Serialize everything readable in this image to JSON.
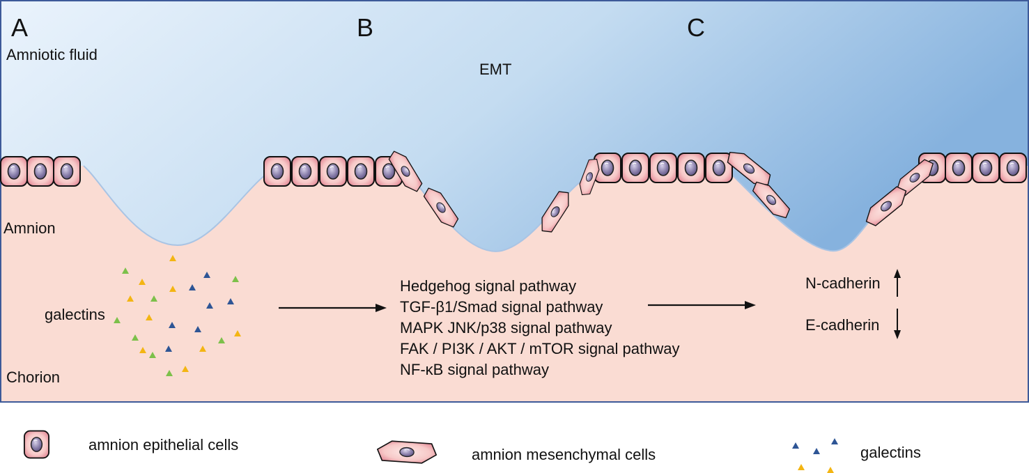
{
  "panels": [
    "A",
    "B",
    "C"
  ],
  "regions": {
    "amniotic_fluid": "Amniotic fluid",
    "amnion": "Amnion",
    "chorion": "Chorion"
  },
  "process": "EMT",
  "galectins_label": "galectins",
  "pathways": [
    "Hedgehog signal pathway",
    "TGF-β1/Smad signal pathway",
    "MAPK JNK/p38 signal pathway",
    "FAK / PI3K / AKT / mTOR signal pathway",
    "NF-κB signal pathway"
  ],
  "markers": [
    {
      "name": "N-cadherin",
      "direction": "up"
    },
    {
      "name": "E-cadherin",
      "direction": "down"
    }
  ],
  "legend": {
    "epithelial": "amnion epithelial cells",
    "mesenchymal": "amnion mesenchymal cells",
    "galectins": "galectins"
  },
  "colors": {
    "tissue": "#fadcd3",
    "fluid_light": "#eaf3fc",
    "fluid_dark": "#86b2de",
    "border": "#3d5a99",
    "cell_fill": "#f7c9c8",
    "cell_accent": "#d9667a",
    "nucleus": "#8a80ab",
    "triangle_yellow": "#f3b513",
    "triangle_green": "#7cc04a",
    "triangle_blue": "#2e5595"
  }
}
